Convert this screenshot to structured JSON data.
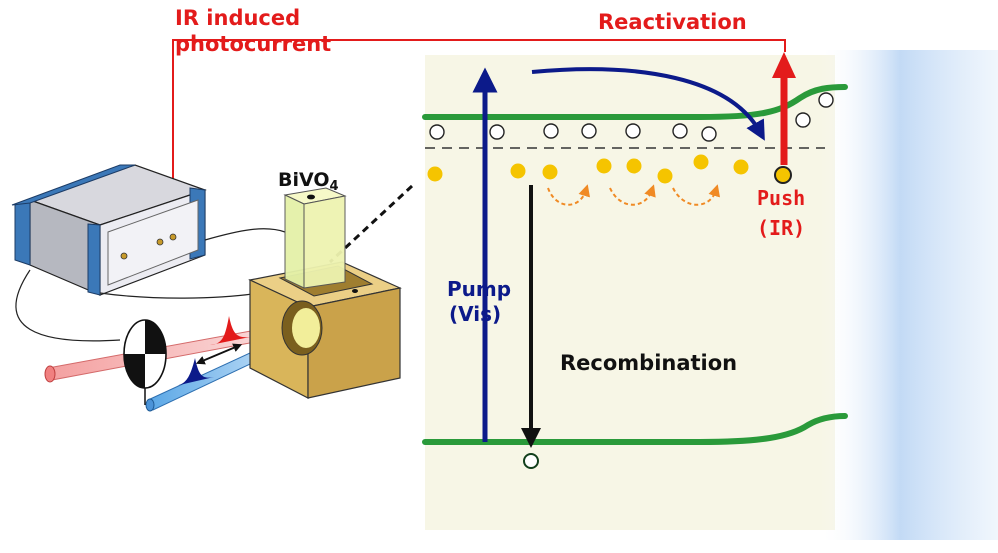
{
  "labels": {
    "ir_induced_line1": "IR induced",
    "ir_induced_line2": "photocurrent",
    "reactivation": "Reactivation",
    "bivo4_base": "BiVO",
    "bivo4_sub": "4",
    "pump_line1": "Pump",
    "pump_line2": "(Vis)",
    "push_line1": "Push",
    "push_line2": "(IR)",
    "recombination": "Recombination"
  },
  "colors": {
    "red": "#e31b1b",
    "blue": "#0c1a8a",
    "green_band": "#2a9a3a",
    "electron_yellow": "#f5c400",
    "hop_orange": "#f08a24",
    "panel_bg": "#f7f6e6",
    "electrode_blue": "#cfe2f7",
    "cuvette_gold": "#d9b55a",
    "instrument_blue": "#3b78b8"
  },
  "icons": {
    "instrument": "potentiostat-icon",
    "chopper": "chopper-wheel-icon",
    "cuvette": "sample-holder-icon"
  }
}
